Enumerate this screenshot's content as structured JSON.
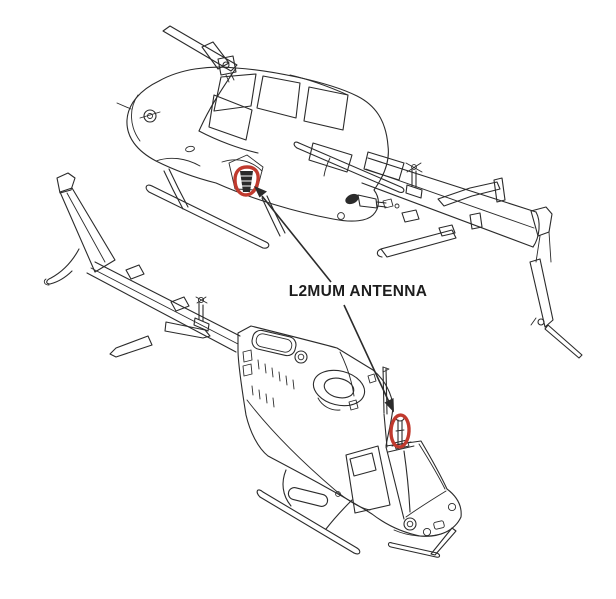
{
  "diagram": {
    "callout_label": "L2MUM ANTENNA",
    "colors": {
      "background": "#ffffff",
      "line": "#2b2b2b",
      "highlight": "#c03a2e",
      "label_text": "#1d1d1d"
    },
    "views": {
      "top": {
        "name": "helicopter-front-left-underside-view",
        "marker": "l2mum-antenna-circled-red-belly"
      },
      "bottom": {
        "name": "helicopter-fuselage-front-right-view",
        "marker": "l2mum-antenna-circled-red-windshield-top"
      }
    }
  }
}
